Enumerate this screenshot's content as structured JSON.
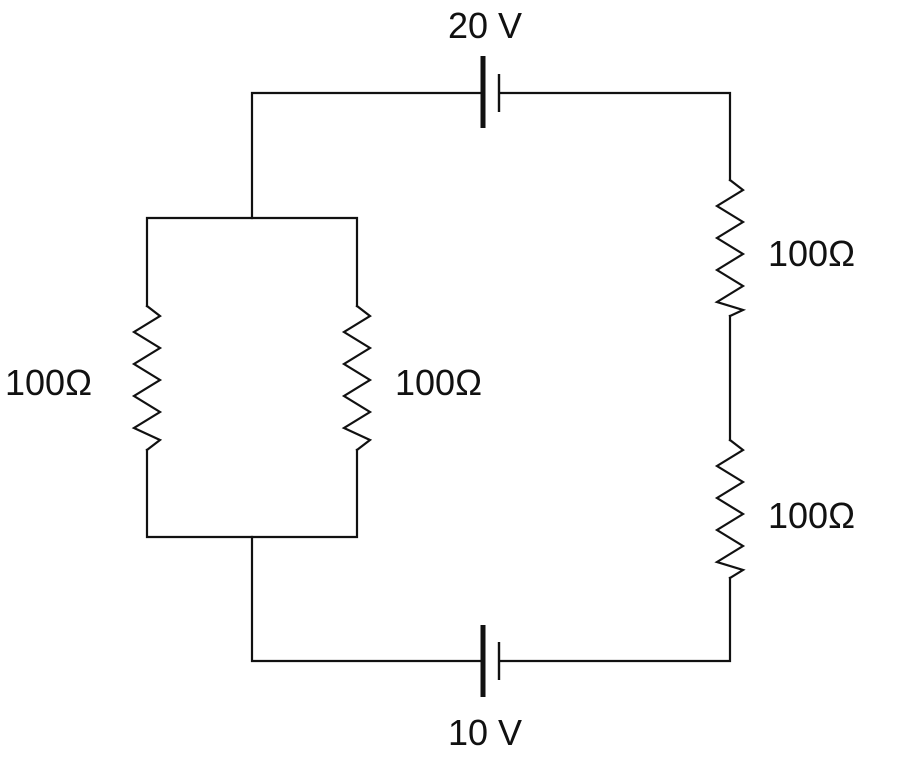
{
  "batteries": {
    "top": {
      "label": "20 V"
    },
    "bottom": {
      "label": "10 V"
    }
  },
  "resistors": {
    "parallel_left": {
      "label": "100Ω"
    },
    "parallel_right": {
      "label": "100Ω"
    },
    "series_top": {
      "label": "100Ω"
    },
    "series_bottom": {
      "label": "100Ω"
    }
  }
}
